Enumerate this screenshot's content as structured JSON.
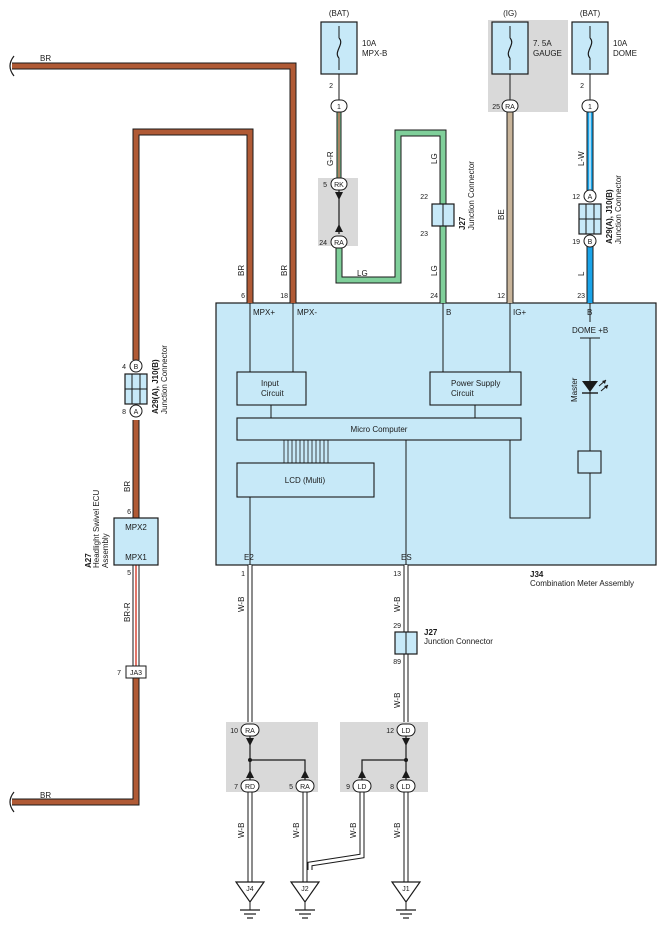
{
  "fuses": {
    "bat_left": {
      "header": "(BAT)",
      "rating": "10A",
      "name": "MPX-B",
      "pin": "2",
      "conn": "1"
    },
    "ig": {
      "header": "(IG)",
      "rating": "7. 5A",
      "name": "GAUGE",
      "pin": "25",
      "conn": "RA"
    },
    "bat_right": {
      "header": "(BAT)",
      "rating": "10A",
      "name": "DOME",
      "pin": "2",
      "conn": "1"
    }
  },
  "wires": {
    "br": "BR",
    "g_r": "G-R",
    "lg": "LG",
    "be": "BE",
    "l_w": "L-W",
    "l": "L",
    "br_r": "BR-R",
    "w_b": "W-B"
  },
  "connectors": {
    "rk": {
      "pin_top": "5",
      "label_top": "RK",
      "pin_bot": "24",
      "label_bot": "RA"
    },
    "j27_top": {
      "code": "J27",
      "name": "Junction Connector",
      "pin_a": "22",
      "pin_b": "23"
    },
    "a29_right": {
      "code": "A29(A), J10(B)",
      "name": "Junction Connector",
      "pin_top": "12",
      "tag_top": "A",
      "pin_bot": "19",
      "tag_bot": "B"
    },
    "a29_left": {
      "code": "A29(A), J10(B)",
      "name": "Junction Connector",
      "pin_top": "4",
      "tag_top": "B",
      "pin_bot": "8",
      "tag_bot": "A"
    },
    "ja3": {
      "pin": "7",
      "label": "JA3"
    },
    "j27_bottom": {
      "code": "J27",
      "name": "Junction Connector",
      "pin_a": "29",
      "pin_b": "89"
    },
    "ra_group": {
      "top_pin": "10",
      "top_label": "RA",
      "left_pin": "7",
      "left_label": "RD",
      "right_pin": "5",
      "right_label": "RA"
    },
    "ld_group": {
      "top_pin": "12",
      "top_label": "LD",
      "left_pin": "9",
      "left_label": "LD",
      "right_pin": "8",
      "right_label": "LD"
    }
  },
  "meter": {
    "code": "J34",
    "name": "Combination Meter Assembly",
    "pins_top": {
      "mpx_plus_pin": "6",
      "mpx_minus_pin": "18",
      "b_pin": "24",
      "ig_pin": "12",
      "dome_pin": "23"
    },
    "terminals": {
      "mpx_plus": "MPX+",
      "mpx_minus": "MPX-",
      "b": "B",
      "ig": "IG+",
      "b_right": "B",
      "dome": "DOME +B",
      "e2": "E2",
      "es": "ES"
    },
    "pins_bottom": {
      "e2_pin": "1",
      "es_pin": "13"
    },
    "blocks": {
      "input": [
        "Input",
        "Circuit"
      ],
      "power": [
        "Power Supply",
        "Circuit"
      ],
      "micro": "Micro Computer",
      "lcd": "LCD (Multi)",
      "master": "Master"
    }
  },
  "ecu": {
    "code": "A27",
    "name_line1": "Headlight Swivel ECU",
    "name_line2": "Assembly",
    "mpx2": "MPX2",
    "mpx1": "MPX1",
    "pin_top": "6",
    "pin_bot": "5"
  },
  "grounds": {
    "j4": "J4",
    "j2": "J2",
    "j1": "J1"
  },
  "colors": {
    "br": "#b05a35",
    "lg": "#7fcf9a",
    "be": "#c8b49a",
    "l": "#1aa3e8",
    "meter_fill": "#c7e9f8",
    "shade": "#d9d9d9"
  }
}
